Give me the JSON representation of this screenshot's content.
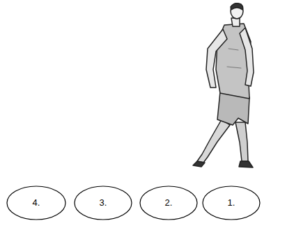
{
  "diagram": {
    "nodes": [
      {
        "text": [
          "4."
        ]
      },
      {
        "text": [
          "3."
        ]
      },
      {
        "text": [
          "2."
        ]
      },
      {
        "text": [
          "1."
        ]
      }
    ]
  }
}
